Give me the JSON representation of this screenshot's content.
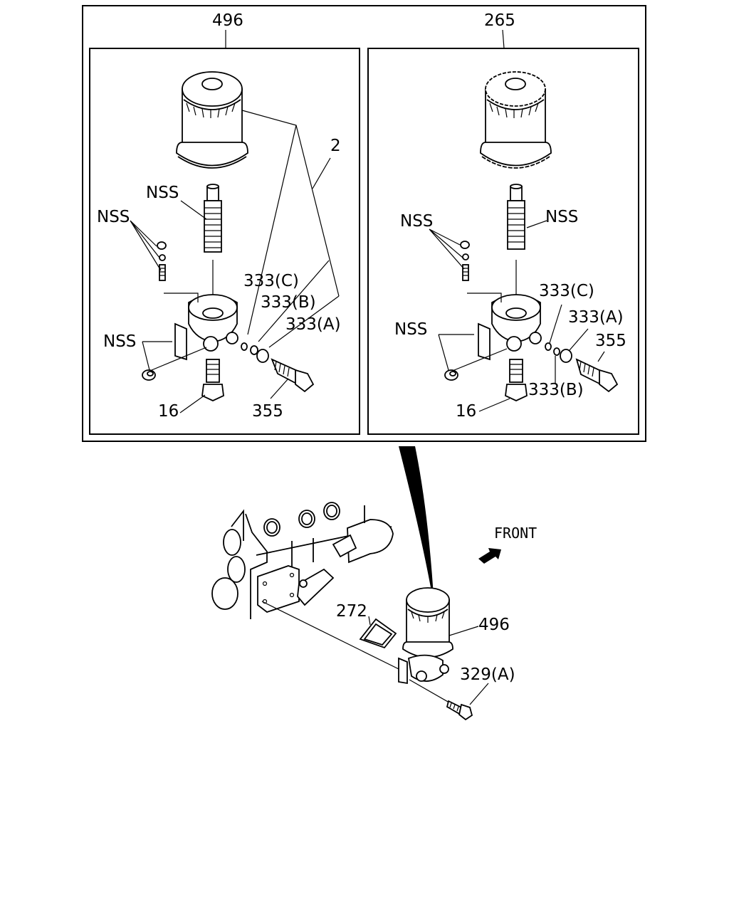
{
  "left_panel": {
    "header": "496",
    "labels": {
      "filter_group": "2",
      "nss_stud": "NSS",
      "nss_plugs": "NSS",
      "nss_nut": "NSS",
      "oring_c": "333(C)",
      "oring_b": "333(B)",
      "oring_a": "333(A)",
      "bolt": "355",
      "fitting": "16"
    }
  },
  "right_panel": {
    "header": "265",
    "labels": {
      "nss_stud": "NSS",
      "nss_plugs": "NSS",
      "nss_nut": "NSS",
      "oring_c": "333(C)",
      "oring_a": "333(A)",
      "oring_b": "333(B)",
      "bolt": "355",
      "fitting": "16"
    }
  },
  "engine_view": {
    "direction": "FRONT",
    "gasket": "272",
    "filter": "496",
    "mount_bolt": "329(A)"
  }
}
